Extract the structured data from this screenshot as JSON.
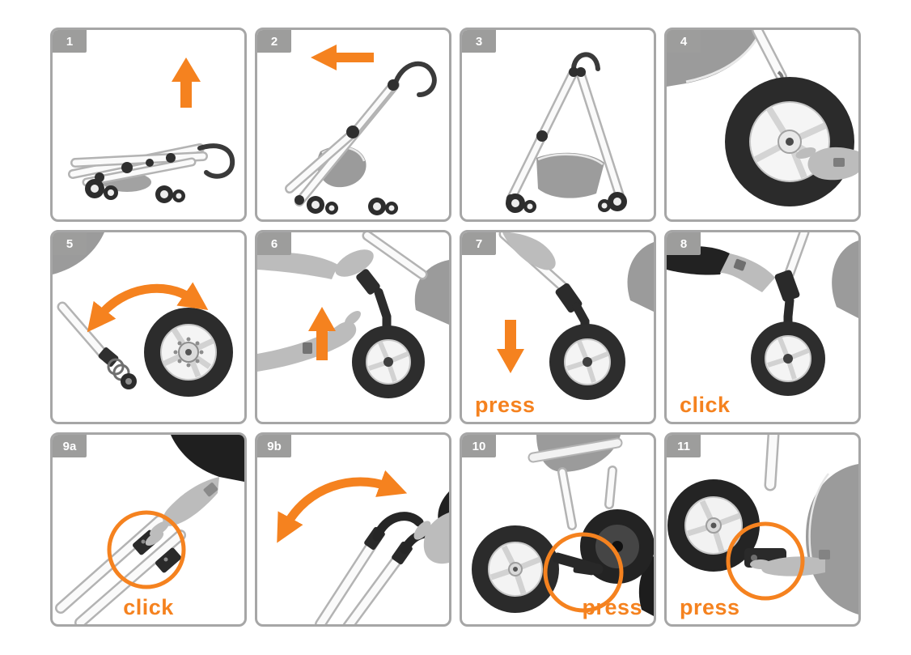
{
  "colors": {
    "accent_orange": "#f5821f",
    "panel_border": "#a6a6a6",
    "badge_background": "#9d9d9c",
    "badge_text": "#ffffff",
    "background": "#ffffff",
    "photo_gray": "#9b9b9b"
  },
  "panels": [
    {
      "number": "1",
      "caption": "",
      "arrow": "arrow-up-icon",
      "highlight_circle": false,
      "depicts": "folded stroller chassis, lift upward"
    },
    {
      "number": "2",
      "caption": "",
      "arrow": "arrow-left-icon",
      "highlight_circle": false,
      "depicts": "chassis unfolding, pull handle back"
    },
    {
      "number": "3",
      "caption": "",
      "arrow": null,
      "highlight_circle": false,
      "depicts": "chassis fully unfolded"
    },
    {
      "number": "4",
      "caption": "",
      "arrow": null,
      "highlight_circle": false,
      "depicts": "attaching rear wheel by hand"
    },
    {
      "number": "5",
      "caption": "",
      "arrow": "curved-double-arrow-icon",
      "highlight_circle": false,
      "depicts": "rear wheel removed from sprung axle"
    },
    {
      "number": "6",
      "caption": "",
      "arrow": "arrow-up-icon",
      "highlight_circle": false,
      "depicts": "inserting front swivel wheel upward"
    },
    {
      "number": "7",
      "caption": "press",
      "arrow": "arrow-down-icon",
      "highlight_circle": false,
      "depicts": "press front wheel into fork housing"
    },
    {
      "number": "8",
      "caption": "click",
      "arrow": null,
      "highlight_circle": false,
      "depicts": "front wheel locks with a click"
    },
    {
      "number": "9a",
      "caption": "click",
      "arrow": null,
      "highlight_circle": true,
      "depicts": "handle joint button clicks"
    },
    {
      "number": "9b",
      "caption": "",
      "arrow": "curved-double-arrow-icon",
      "highlight_circle": false,
      "depicts": "adjust handle angle"
    },
    {
      "number": "10",
      "caption": "press",
      "arrow": null,
      "highlight_circle": true,
      "depicts": "press release latch on chassis"
    },
    {
      "number": "11",
      "caption": "press",
      "arrow": null,
      "highlight_circle": true,
      "depicts": "press wheel release button"
    }
  ]
}
